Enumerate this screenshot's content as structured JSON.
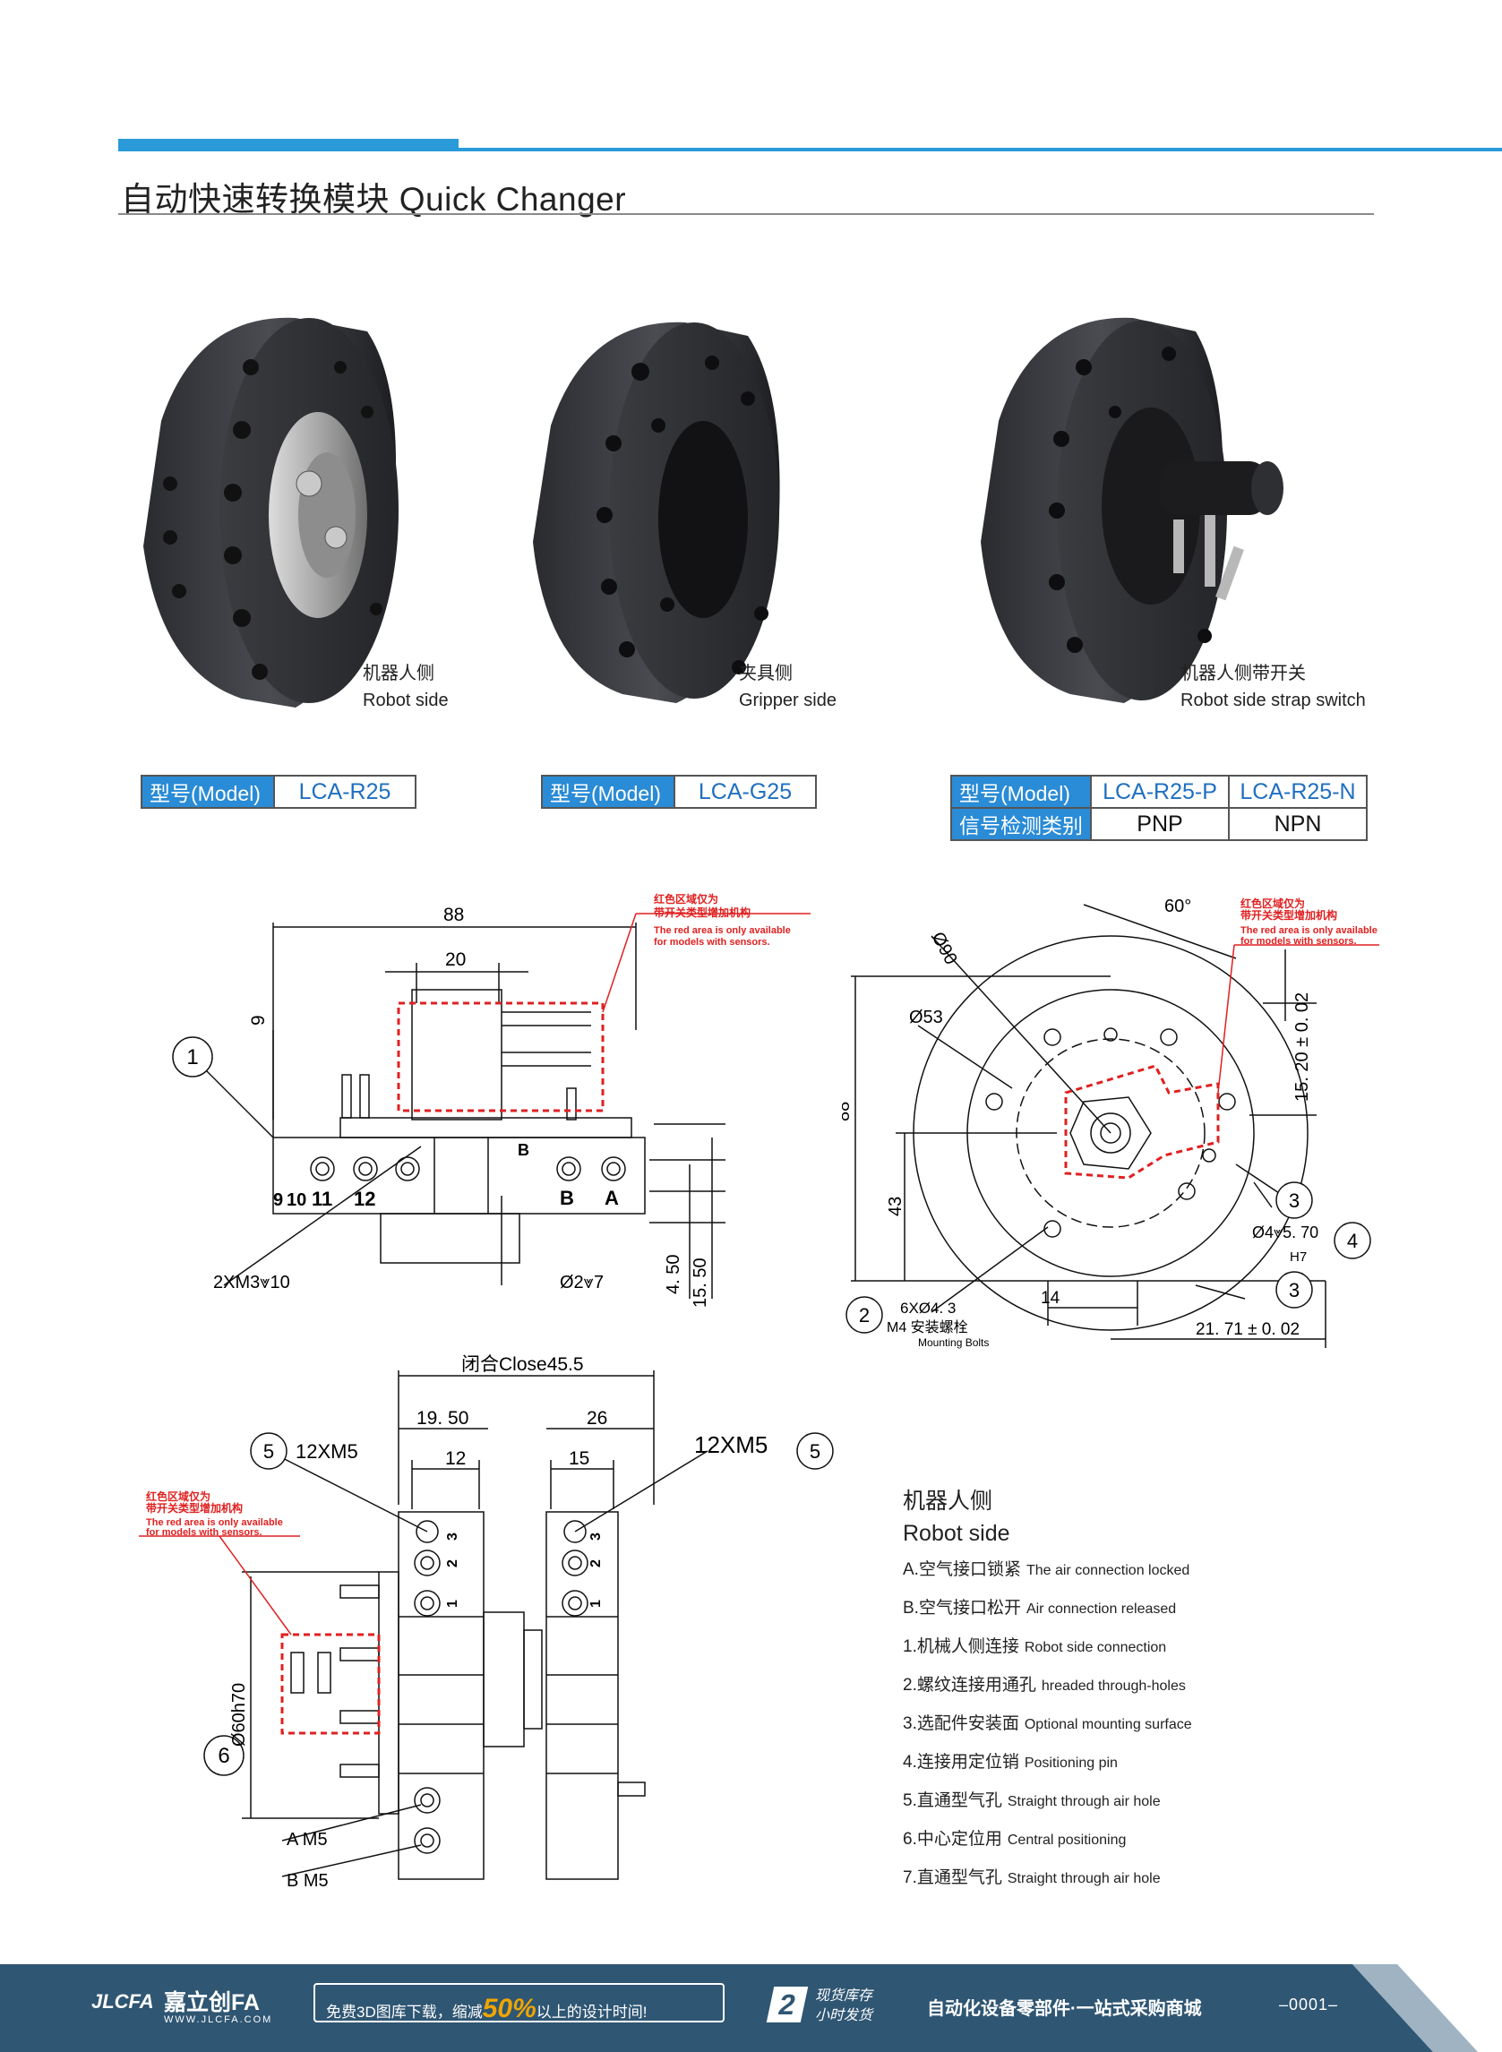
{
  "header": {
    "title": "自动快速转换模块 Quick Changer",
    "accent_color": "#2a9ad8"
  },
  "products": [
    {
      "caption_cn": "机器人侧",
      "caption_en": "Robot side",
      "model_label": "型号(Model)",
      "model": "LCA-R25"
    },
    {
      "caption_cn": "夹具侧",
      "caption_en": "Gripper side",
      "model_label": "型号(Model)",
      "model": "LCA-G25"
    },
    {
      "caption_cn": "机器人侧带开关",
      "caption_en": "Robot side strap switch",
      "model_label": "型号(Model)",
      "signal_label": "信号检测类别",
      "models": [
        "LCA-R25-P",
        "LCA-R25-N"
      ],
      "signals": [
        "PNP",
        "NPN"
      ]
    }
  ],
  "drawings": {
    "red_note_cn_1": "红色区域仅为",
    "red_note_cn_2": "带开关类型增加机构",
    "red_note_en_1": "The red area is only available",
    "red_note_en_2": "for models with sensors.",
    "side": {
      "dim_width": "88",
      "dim_top": "20",
      "dim_9": "9",
      "dim_450": "4. 50",
      "dim_1550": "15. 50",
      "label_2xm3": "2XM3⩔10",
      "label_phi2": "Ø2⩔7",
      "port_b": "B",
      "port_a": "A",
      "ports_left": [
        "9",
        "10",
        "11",
        "12"
      ],
      "callout_1": "1"
    },
    "top": {
      "dim_phi90": "Ø90",
      "dim_60": "60°",
      "dim_phi53": "Ø53",
      "dim_88": "88",
      "dim_43": "43",
      "dim_1520": "15. 20 ± 0. 02",
      "dim_phi4": "Ø4⩔5. 70",
      "dim_h7": "H7",
      "dim_14": "14",
      "dim_2171": "21. 71 ± 0. 02",
      "bolt_1": "6XØ4. 3",
      "bolt_2": "M4 安装螺栓",
      "bolt_3": "Mounting Bolts",
      "callouts": [
        "2",
        "3",
        "4",
        "3"
      ]
    },
    "front": {
      "dim_close": "闭合Close45.5",
      "dim_1950": "19. 50",
      "dim_26": "26",
      "dim_12": "12",
      "dim_15": "15",
      "label_12xm5_l": "12XM5",
      "label_12xm5_r": "12XM5",
      "dim_phi60": "Ø60h70",
      "label_a_m5": "A  M5",
      "label_b_m5": "B  M5",
      "callout_5": "5",
      "callout_6": "6",
      "ports": [
        "3",
        "2",
        "1"
      ]
    }
  },
  "description": {
    "title_cn": "机器人侧",
    "title_en": "Robot side",
    "items": [
      {
        "cn": "A.空气接口锁紧",
        "en": "The air connection locked"
      },
      {
        "cn": "B.空气接口松开",
        "en": "Air connection released"
      },
      {
        "cn": "1.机械人侧连接",
        "en": "Robot side connection"
      },
      {
        "cn": "2.螺纹连接用通孔",
        "en": "hreaded through-holes"
      },
      {
        "cn": "3.选配件安装面",
        "en": "Optional mounting surface"
      },
      {
        "cn": "4.连接用定位销",
        "en": "Positioning pin"
      },
      {
        "cn": "5.直通型气孔",
        "en": "Straight through air hole"
      },
      {
        "cn": "6.中心定位用",
        "en": "Central positioning"
      },
      {
        "cn": "7.直通型气孔",
        "en": "Straight through air hole"
      }
    ]
  },
  "footer": {
    "logo": "JLCFA",
    "brand_cn": "嘉立创FA",
    "url": "WWW.JLCFA.COM",
    "promo_pre": "免费3D图库下载，缩减",
    "promo_pct": "50%",
    "promo_post": "以上的设计时间!",
    "stock_num": "2",
    "stock_1": "现货库存",
    "stock_2": "小时发货",
    "slogan": "自动化设备零部件·一站式采购商城",
    "page_no": "–0001–",
    "bg_color": "#2f5673"
  }
}
